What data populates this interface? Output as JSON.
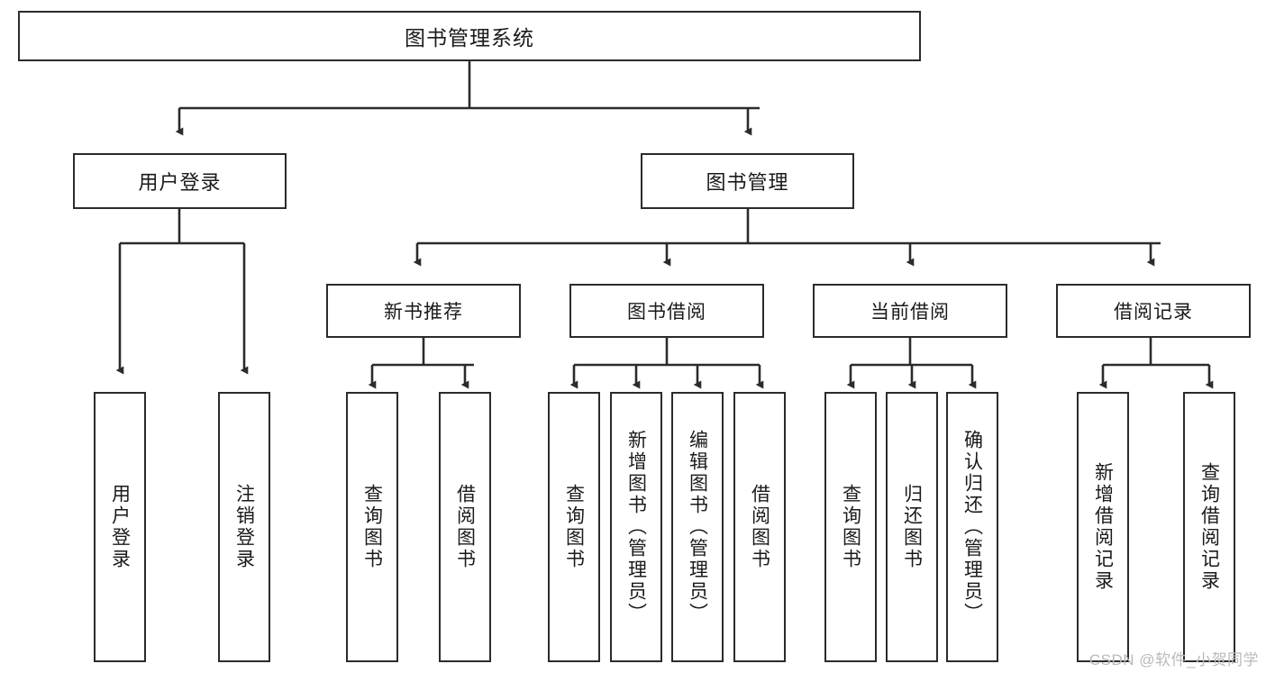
{
  "diagram": {
    "title": "图书管理系统",
    "watermark": "CSDN @软件_小贺同学",
    "line_color": "#2b2b2b",
    "box_fill": "#ffffff",
    "text_color": "#1a1a1a",
    "watermark_color": "#b9b9b9"
  },
  "nodes": {
    "root": {
      "label": "图书管理系统"
    },
    "level2": [
      {
        "label": "用户登录"
      },
      {
        "label": "图书管理"
      }
    ],
    "level3": [
      {
        "label": "新书推荐"
      },
      {
        "label": "图书借阅"
      },
      {
        "label": "当前借阅"
      },
      {
        "label": "借阅记录"
      }
    ],
    "leaves": {
      "user_login": [
        {
          "label": "用户登录"
        },
        {
          "label": "注销登录"
        }
      ],
      "new_books": [
        {
          "label": "查询图书"
        },
        {
          "label": "借阅图书"
        }
      ],
      "book_borrow": [
        {
          "label": "查询图书"
        },
        {
          "label": "新增图书（管理员）"
        },
        {
          "label": "编辑图书（管理员）"
        },
        {
          "label": "借阅图书"
        }
      ],
      "current_borrow": [
        {
          "label": "查询图书"
        },
        {
          "label": "归还图书"
        },
        {
          "label": "确认归还（管理员）"
        }
      ],
      "borrow_records": [
        {
          "label": "新增借阅记录"
        },
        {
          "label": "查询借阅记录"
        }
      ]
    }
  }
}
